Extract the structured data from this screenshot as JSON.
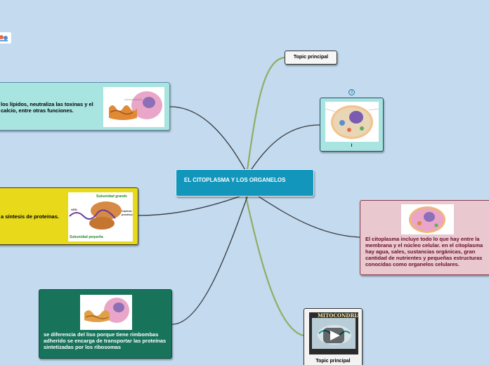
{
  "central": {
    "title": "EL CITOPLASMA Y LOS ORGANELOS"
  },
  "nodes": {
    "lisosoma": {
      "text": "los lípidos, neutraliza las toxinas y el calcio, entre otras funciones."
    },
    "ribosoma": {
      "text": "a síntesis de proteínas.",
      "img_labels": [
        "Subunidad grande",
        "Cadena proteica",
        "ARN",
        "Subunidad pequeña"
      ]
    },
    "reticulo": {
      "text": "se diferencia del liso porque tiene rimbombas adherido  se encarga de transportar las proteínas sintetizadas por los ribosomas"
    },
    "topic_top": {
      "text": "Topic principal"
    },
    "celula": {
      "count": "3",
      "caption": "l"
    },
    "citoplasma": {
      "text": "El citoplasma incluye todo lo que hay entre la membrana y el núcleo celular. en el citoplasma hay agua, sales, sustancias orgánicas, gran cantidad de nutrientes y pequeñas estructuras conocidas como organelos celulares."
    },
    "video": {
      "text": "Topic principal",
      "thumb_title": "MITOCONDRIAS"
    }
  },
  "colors": {
    "background": "#c3daef",
    "central": "#1296bc",
    "lisosoma": "#a8e4e0",
    "ribosoma": "#e8da1b",
    "reticulo": "#17745b",
    "citoplasma": "#e9c9cf",
    "celula": "#a8e4e0",
    "branch": "#363a3e",
    "branch_green": "#8fae63"
  }
}
